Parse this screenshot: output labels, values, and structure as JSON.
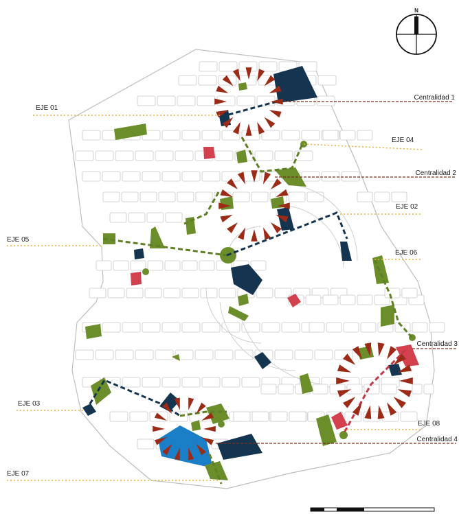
{
  "north_arrow": {
    "label": "N"
  },
  "axes": [
    {
      "id": "eje01",
      "label": "EJE 01"
    },
    {
      "id": "eje02",
      "label": "EJE 02"
    },
    {
      "id": "eje03",
      "label": "EJE 03"
    },
    {
      "id": "eje04",
      "label": "EJE 04"
    },
    {
      "id": "eje05",
      "label": "EJE 05"
    },
    {
      "id": "eje06",
      "label": "EJE 06"
    },
    {
      "id": "eje07",
      "label": "EJE 07"
    },
    {
      "id": "eje08",
      "label": "EJE 08"
    }
  ],
  "centralities": [
    {
      "id": "c1",
      "label": "Centralidad 1"
    },
    {
      "id": "c2",
      "label": "Centralidad 2"
    },
    {
      "id": "c3",
      "label": "Centralidad 3"
    },
    {
      "id": "c4",
      "label": "Centralidad 4"
    }
  ],
  "colors": {
    "green_space": "#6b8e2a",
    "navy_equipment": "#14344f",
    "red_lot": "#d3414f",
    "blue_area": "#1b7fc7",
    "centrality_ray": "#9b2a16",
    "axis_leader": "#e8b23a",
    "centrality_leader": "#7a2d1c",
    "axis_dash_green": "#5f7f24",
    "axis_dash_navy": "#14344f",
    "axis_dash_red": "#c23a4a"
  }
}
